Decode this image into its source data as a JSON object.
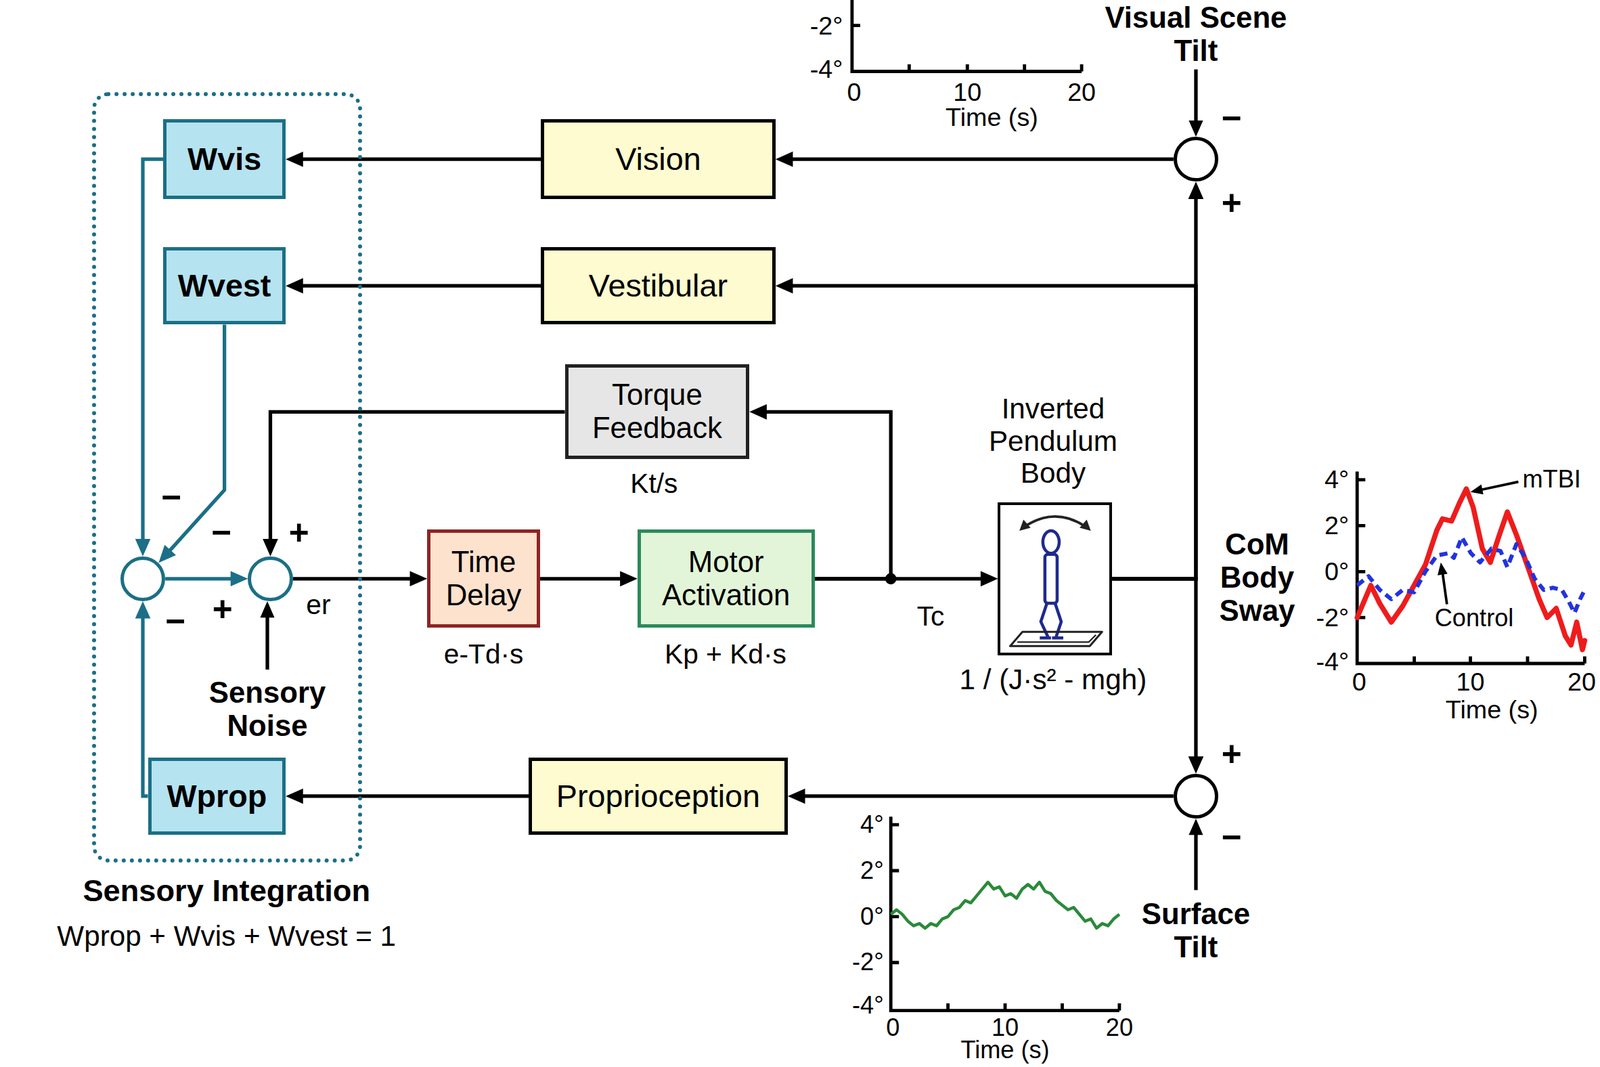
{
  "diagram": {
    "nodes": [
      {
        "text": [
          "Sensory Integration",
          "Wprop + Wvis + Wvest = 1"
        ]
      },
      {
        "text": [
          "Wvis"
        ],
        "in": 0
      },
      {
        "text": [
          "Wvest"
        ],
        "in": 0
      },
      {
        "text": [
          "−",
          "−",
          "−"
        ],
        "in": 0
      },
      {
        "text": [
          "+",
          "+"
        ],
        "in": 0
      },
      {
        "text": [
          "Wprop"
        ],
        "in": 0
      },
      {
        "text": [
          "Vision"
        ]
      },
      {
        "text": [
          "Vestibular"
        ]
      },
      {
        "text": [
          "Torque Feedback",
          "Kt/s"
        ]
      },
      {
        "text": [
          "Time Delay",
          "e-Td·s"
        ]
      },
      {
        "text": [
          "Motor Activation",
          "Kp + Kd·s"
        ]
      },
      {
        "text": [
          "Inverted Pendulum Body",
          "1 / (J·s² - mgh)"
        ]
      },
      {
        "text": [
          "Proprioception"
        ]
      },
      {
        "text": [
          "−",
          "+"
        ]
      },
      {
        "text": [
          "+",
          "−"
        ]
      }
    ],
    "edges": [
      {
        "from": 13,
        "to": 6,
        "arrow": "to"
      },
      {
        "from": 6,
        "to": 1,
        "arrow": "to"
      },
      {
        "from": 7,
        "to": 2,
        "arrow": "to"
      },
      {
        "from": 14,
        "to": 12,
        "arrow": "to"
      },
      {
        "from": 12,
        "to": 5,
        "arrow": "to"
      },
      {
        "from": 1,
        "to": 3,
        "arrow": "to"
      },
      {
        "from": 2,
        "to": 3,
        "arrow": "to"
      },
      {
        "from": 5,
        "to": 3,
        "arrow": "to"
      },
      {
        "from": 3,
        "to": 4,
        "arrow": "to"
      },
      {
        "from": 8,
        "to": 4,
        "arrow": "to"
      },
      {
        "from": 4,
        "to": 9,
        "label": "er",
        "arrow": "to"
      },
      {
        "from": 9,
        "to": 10,
        "arrow": "to"
      },
      {
        "from": 10,
        "to": 11,
        "label": "Tc",
        "arrow": "to"
      },
      {
        "from": 10,
        "to": 8,
        "arrow": "to"
      },
      {
        "from": 11,
        "to": 13,
        "arrow": "to"
      },
      {
        "from": 11,
        "to": 7,
        "arrow": "to"
      },
      {
        "from": 11,
        "to": 14,
        "arrow": "to"
      }
    ],
    "labels": [
      "Visual Scene Tilt",
      "Sensory Noise",
      "CoM Body Sway",
      "Surface Tilt",
      "-2°",
      "-4°",
      "0",
      "10",
      "20",
      "Time (s)",
      "4°",
      "2°",
      "0°",
      "-2°",
      "-4°",
      "0",
      "10",
      "20",
      "Time (s)",
      "mTBI",
      "Control",
      "4°",
      "2°",
      "0°",
      "-2°",
      "-4°",
      "0",
      "10",
      "20",
      "Time (s)"
    ]
  }
}
